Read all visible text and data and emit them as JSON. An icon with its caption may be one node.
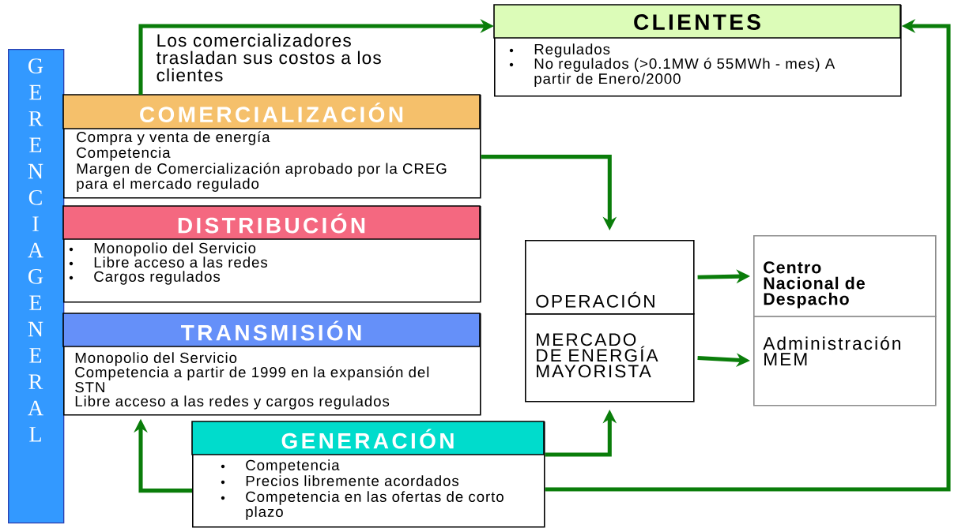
{
  "diagram": {
    "nodes": [
      {
        "text": [
          "GERENCIA GENERAL"
        ]
      },
      {
        "text": [
          "COMERCIALIZACIÓN",
          "Compra y venta de energía",
          "Competencia",
          "Margen de Comercialización aprobado por la CREG para el mercado regulado"
        ]
      },
      {
        "text": [
          "DISTRIBUCIÓN",
          "Monopolio del Servicio",
          "Libre acceso a las redes",
          "Cargos regulados"
        ]
      },
      {
        "text": [
          "TRANSMISIÓN",
          "Monopolio del Servicio",
          "Competencia a partir de 1999 en la expansión del STN",
          "Libre acceso a las redes y cargos regulados"
        ]
      },
      {
        "text": [
          "GENERACIÓN",
          "Competencia",
          "Precios libremente acordados",
          "Competencia en las ofertas de corto plazo"
        ]
      },
      {
        "text": [
          "CLIENTES",
          "Regulados",
          "No regulados (>0.1MW ó 55MWh - mes) A partir de Enero/2000"
        ]
      },
      {
        "text": [
          "OPERACIÓN"
        ]
      },
      {
        "text": [
          "MERCADO DE ENERGÍA MAYORISTA"
        ]
      },
      {
        "text": [
          "Centro Nacional de Despacho"
        ]
      },
      {
        "text": [
          "Administración MEM"
        ]
      }
    ],
    "edges": [
      {
        "from": 1,
        "to": 5,
        "arrow": "to",
        "label": "Los comercializadores trasladan sus costos a los clientes"
      },
      {
        "from": 1,
        "to": 6,
        "arrow": "to"
      },
      {
        "from": 4,
        "to": 3,
        "arrow": "to"
      },
      {
        "from": 4,
        "to": 7,
        "arrow": "to"
      },
      {
        "from": 4,
        "to": 5,
        "arrow": "to"
      },
      {
        "from": 6,
        "to": 8,
        "arrow": "to"
      },
      {
        "from": 7,
        "to": 9,
        "arrow": "to"
      }
    ]
  }
}
